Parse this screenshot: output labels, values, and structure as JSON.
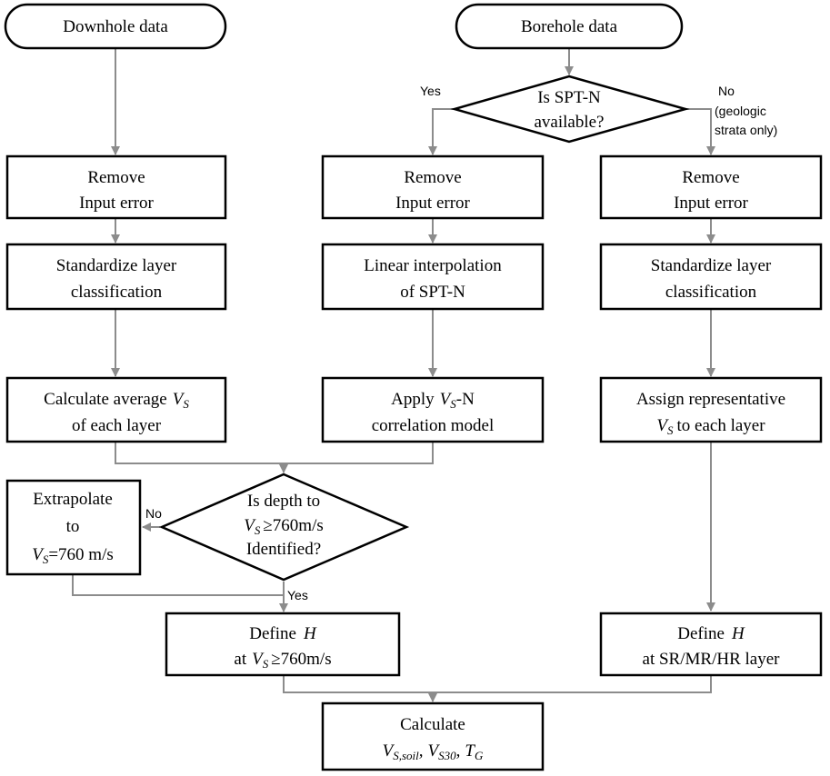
{
  "nodes": {
    "downhole_data": "Downhole data",
    "borehole_data": "Borehole data",
    "spt_decision": {
      "line1": "Is SPT-N",
      "line2": "available?"
    },
    "left_remove": {
      "line1": "Remove",
      "line2": "Input error"
    },
    "mid_remove": {
      "line1": "Remove",
      "line2": "Input error"
    },
    "right_remove": {
      "line1": "Remove",
      "line2": "Input error"
    },
    "left_standardize": {
      "line1": "Standardize layer",
      "line2": "classification"
    },
    "mid_interp": {
      "line1": "Linear interpolation",
      "line2": "of SPT-N"
    },
    "right_standardize": {
      "line1": "Standardize layer",
      "line2": "classification"
    },
    "left_calc": {
      "line1_prefix": "Calculate average",
      "line2": "of each layer"
    },
    "mid_apply": {
      "line1_prefix": "Apply",
      "line1_suffix": "-N",
      "line2": "correlation model"
    },
    "right_assign": {
      "line1": "Assign representative",
      "line2_suffix": "to each layer"
    },
    "depth_decision": {
      "line1": "Is depth to",
      "line2_suffix": "≥760m/s",
      "line3": "Identified?"
    },
    "extrapolate": {
      "line1": "Extrapolate",
      "line2": "to",
      "line3_suffix": "=760 m/s"
    },
    "define_h_left": {
      "line1_prefix": "Define",
      "line2_prefix": "at",
      "line2_suffix": "≥760m/s"
    },
    "define_h_right": {
      "line1_prefix": "Define",
      "line2": "at SR/MR/HR layer"
    },
    "calculate": {
      "line1": "Calculate"
    }
  },
  "symbols": {
    "vs_main": "V",
    "vs_sub": "S",
    "h": "H",
    "vs_soil_sub": "S,soil",
    "vs30_sub": "S30",
    "tg_main": "T",
    "tg_sub": "G",
    "comma": ","
  },
  "labels": {
    "spt_yes": "Yes",
    "spt_no_1": "No",
    "spt_no_2": "(geologic",
    "spt_no_3": "strata only)",
    "depth_no": "No",
    "depth_yes": "Yes"
  },
  "colors": {
    "box_stroke": "#000000",
    "arrow": "#8c8c8c",
    "background": "#ffffff"
  }
}
